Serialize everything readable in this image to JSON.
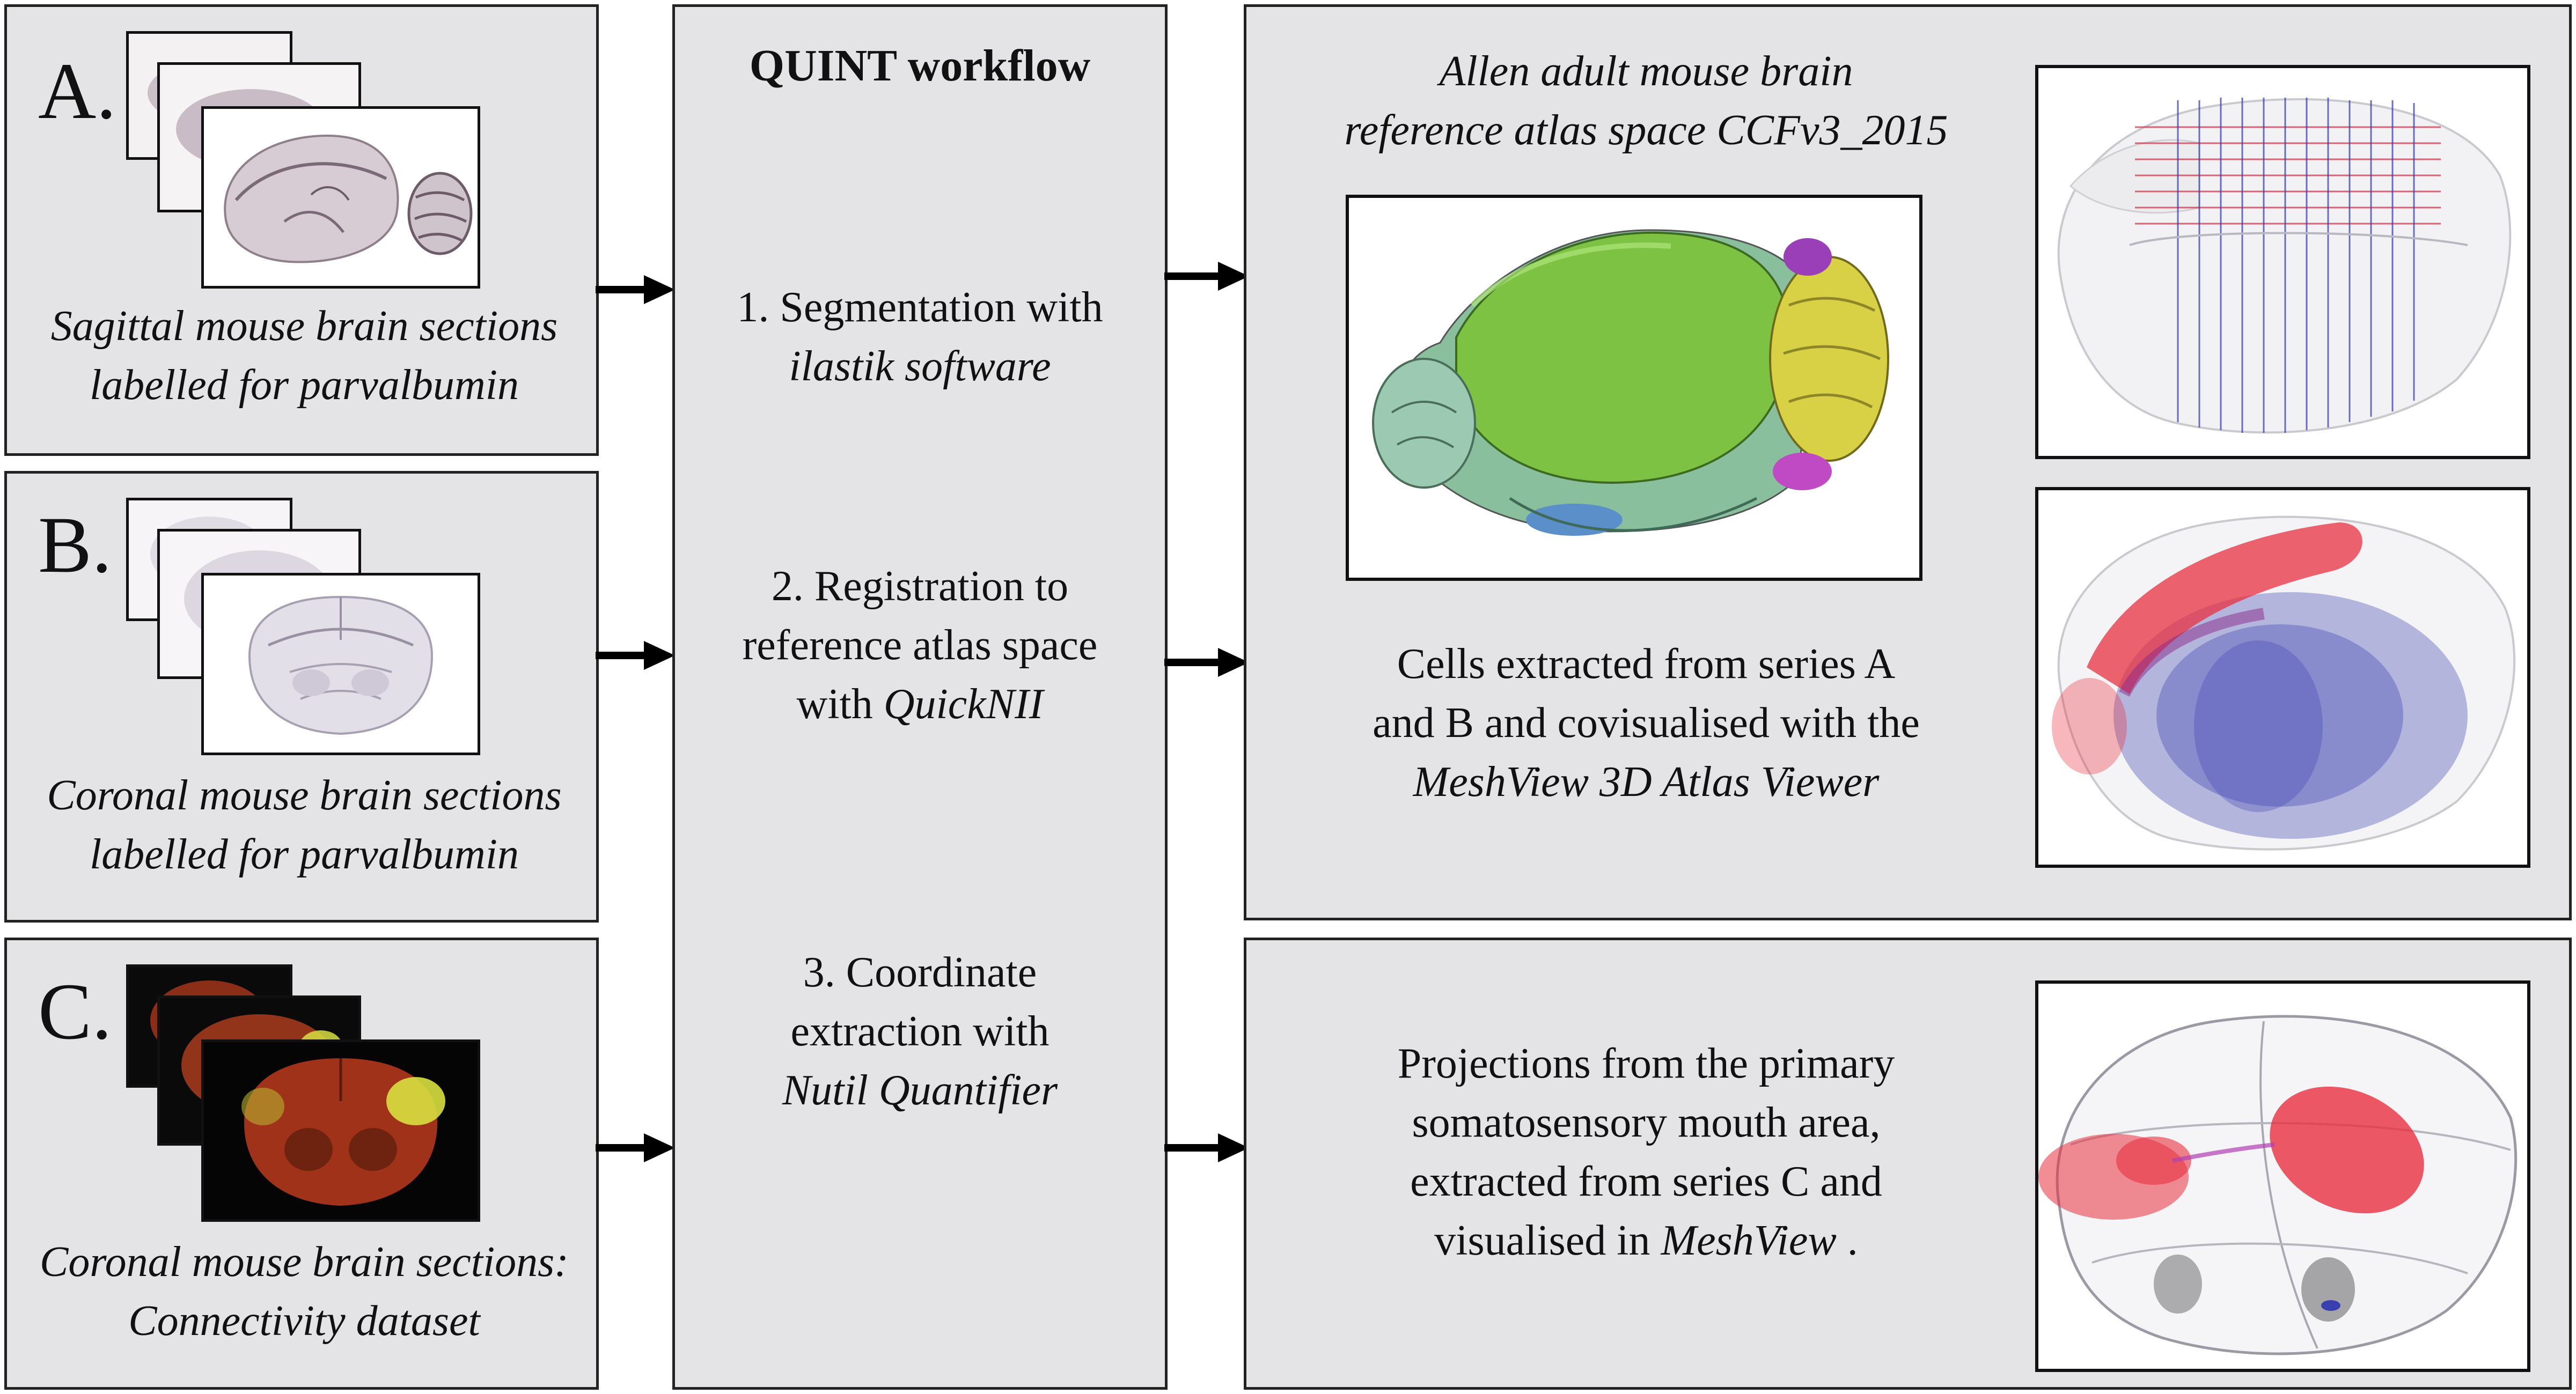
{
  "panels": {
    "a": {
      "letter": "A.",
      "caption_line1": "Sagittal mouse brain sections",
      "caption_line2": "labelled for parvalbumin"
    },
    "b": {
      "letter": "B.",
      "caption_line1": "Coronal mouse brain sections",
      "caption_line2": "labelled for parvalbumin"
    },
    "c": {
      "letter": "C.",
      "caption_line1": "Coronal mouse brain sections:",
      "caption_line2": "Connectivity dataset"
    }
  },
  "workflow": {
    "title": "QUINT workflow",
    "step1_line1": "1. Segmentation with",
    "step1_line2": "ilastik software",
    "step2_line1": "2. Registration to",
    "step2_line2": "reference atlas space",
    "step2_line3_prefix": "with",
    "step2_line3_tool": "QuickNII",
    "step3_line1": "3. Coordinate",
    "step3_line2": "extraction with",
    "step3_line3": "Nutil Quantifier"
  },
  "results": {
    "atlas_line1": "Allen adult mouse brain",
    "atlas_line2": "reference atlas space CCFv3_2015",
    "cells_line1": "Cells extracted from series A",
    "cells_line2": "and B and covisualised with the",
    "cells_line3": "MeshView 3D Atlas Viewer",
    "proj_line1": "Projections from the primary",
    "proj_line2": "somatosensory mouth area,",
    "proj_line3": "extracted from series C and",
    "proj_line4_prefix": "visualised in",
    "proj_line4_tool": "MeshView",
    "proj_line4_suffix": "."
  },
  "colors": {
    "panel_bg": "#e4e4e6",
    "border": "#222222",
    "atlas_green": "#7dc243",
    "atlas_yellow": "#d8d045",
    "label_red": "#e8303f",
    "label_blue": "#3a3fb0",
    "fluor_red": "#a0321a",
    "fluor_yellow": "#d8e040"
  }
}
